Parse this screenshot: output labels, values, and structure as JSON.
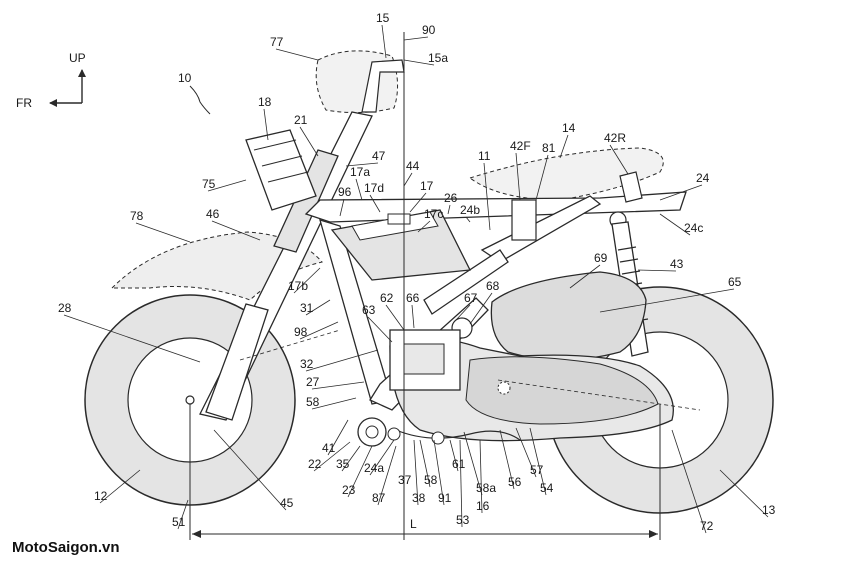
{
  "direction": {
    "up": "UP",
    "front": "FR"
  },
  "figure_ref": "10",
  "dimension": {
    "label": "L"
  },
  "watermark": "MotoSaigon.vn",
  "colors": {
    "line": "#2a2a2a",
    "fill": "#e4e4e4",
    "fill_dark": "#cfcfcf",
    "text": "#1a1a1a"
  },
  "callouts": [
    "15",
    "90",
    "77",
    "15a",
    "18",
    "21",
    "47",
    "44",
    "17a",
    "17",
    "17d",
    "14",
    "42F",
    "81",
    "42R",
    "75",
    "96",
    "26",
    "24b",
    "17c",
    "11",
    "24",
    "78",
    "46",
    "24c",
    "43",
    "69",
    "65",
    "17b",
    "31",
    "68",
    "67",
    "62",
    "66",
    "63",
    "28",
    "98",
    "32",
    "27",
    "58",
    "41",
    "22",
    "35",
    "23",
    "24a",
    "87",
    "37",
    "38",
    "58",
    "91",
    "61",
    "58a",
    "56",
    "57",
    "54",
    "53",
    "16",
    "45",
    "12",
    "51",
    "72",
    "13"
  ]
}
